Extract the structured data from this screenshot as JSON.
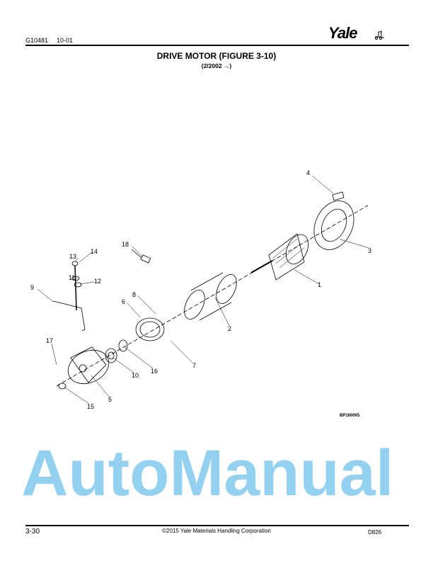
{
  "header": {
    "doc_number": "G10481",
    "doc_date": "10-01",
    "logo_text": "Yale"
  },
  "title": "DRIVE MOTOR (FIGURE 3-10)",
  "subtitle": "(2/2002 →)",
  "figure": {
    "code": "BP160005",
    "callouts": [
      "1",
      "2",
      "3",
      "4",
      "5",
      "6",
      "7",
      "8",
      "9",
      "10",
      "11",
      "12",
      "13",
      "14",
      "15",
      "16",
      "17",
      "18"
    ]
  },
  "watermark": "AutoManual",
  "footer": {
    "page": "3-30",
    "copyright": "©2015 Yale Materials Handling Corporation",
    "code": "D826"
  },
  "colors": {
    "watermark": "#3caae1"
  }
}
